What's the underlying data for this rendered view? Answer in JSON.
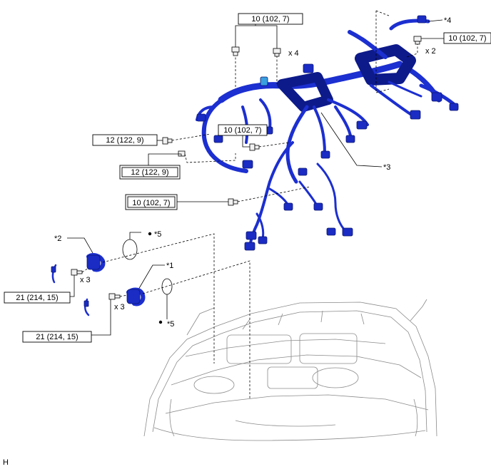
{
  "torque_labels": {
    "top_bolts": "10 (102, 7)",
    "right_bolts": "10 (102, 7)",
    "left_bolt": "12 (122, 9)",
    "left_bolt_boxed": "12 (122, 9)",
    "mid_bolt": "10 (102, 7)",
    "lower_bolt_boxed": "10 (102, 7)",
    "bracket2_bolts": "21 (214, 15)",
    "bracket1_bolts": "21 (214, 15)"
  },
  "quantities": {
    "top": "x 4",
    "right": "x 2",
    "bracket2": "x 3",
    "bracket1": "x 3"
  },
  "callouts": {
    "c1": "*1",
    "c2": "*2",
    "c3": "*3",
    "c4": "*4",
    "c5a": "*5",
    "c5b": "*5"
  },
  "footer_code": "H",
  "colors": {
    "harness": "#1c2fd0",
    "harness_dark": "#0d1a8a",
    "car_outline": "#8a8a8a"
  }
}
